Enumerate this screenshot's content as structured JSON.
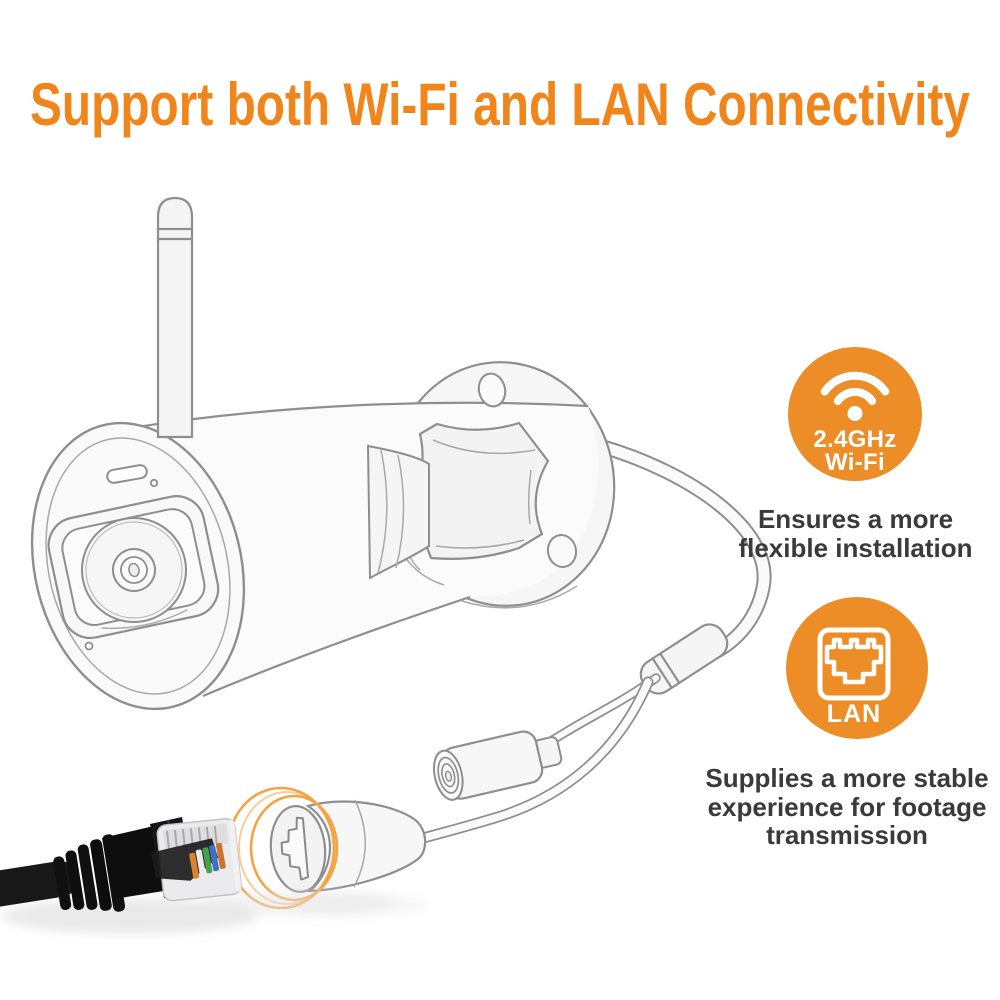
{
  "title": {
    "text": "Support both Wi-Fi and LAN Connectivity"
  },
  "colors": {
    "accent_title": "#F0861B",
    "badge_orange": "#EC8D28",
    "ring_orange": "#F2A444",
    "line_gray": "#8E8E8E",
    "caption_text": "#3A3A3A"
  },
  "wifi_badge": {
    "icon": "wifi-icon",
    "line1": "2.4GHz",
    "line2": "Wi-Fi",
    "caption": {
      "line1": "Ensures a more",
      "line2": "flexible installation"
    }
  },
  "lan_badge": {
    "icon": "ethernet-port-icon",
    "label": "LAN",
    "caption": {
      "line1": "Supplies a more stable",
      "line2": "experience for footage",
      "line3": "transmission"
    }
  },
  "illustration": {
    "parts": [
      "security-camera-illustration",
      "wifi-antenna",
      "mounting-bracket",
      "pigtail-cable",
      "dc-power-connector",
      "rj45-connector-drawing",
      "ethernet-cable-photo",
      "connection-rings"
    ]
  }
}
